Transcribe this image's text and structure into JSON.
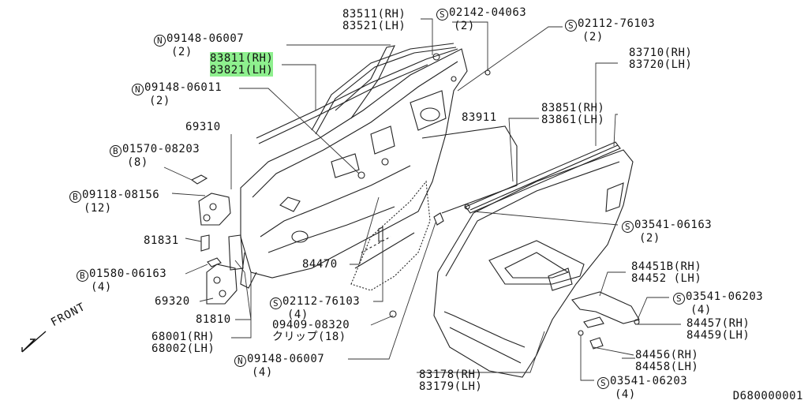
{
  "callouts": {
    "c83511": {
      "line1": "83511(RH)",
      "line2": "83521(LH)"
    },
    "c02142": {
      "prefix": "S",
      "line1": "02142-04063",
      "line2": "(2)"
    },
    "c02112a": {
      "prefix": "S",
      "line1": "02112-76103",
      "line2": "(2)"
    },
    "c09148a": {
      "prefix": "N",
      "line1": "09148-06007",
      "line2": "(2)"
    },
    "c83811": {
      "line1": "83811(RH)",
      "line2": "83821(LH)"
    },
    "c09148b": {
      "prefix": "N",
      "line1": "09148-06011",
      "line2": "(2)"
    },
    "c83710": {
      "line1": "83710(RH)",
      "line2": "83720(LH)"
    },
    "c83851": {
      "line1": "83851(RH)",
      "line2": "83861(LH)"
    },
    "c83911": {
      "line1": "83911"
    },
    "c69310": {
      "line1": "69310"
    },
    "c01570": {
      "prefix": "B",
      "line1": "01570-08203",
      "line2": "(8)"
    },
    "c09118": {
      "prefix": "B",
      "line1": "09118-08156",
      "line2": "(12)"
    },
    "c81831": {
      "line1": "81831"
    },
    "c03541a": {
      "prefix": "S",
      "line1": "03541-06163",
      "line2": "(2)"
    },
    "c84470": {
      "line1": "84470"
    },
    "c84451": {
      "line1": "84451B(RH)",
      "line2": "84452 (LH)"
    },
    "c01580": {
      "prefix": "B",
      "line1": "01580-06163",
      "line2": "(4)"
    },
    "c03541b": {
      "prefix": "S",
      "line1": "03541-06203",
      "line2": "(4)"
    },
    "c69320": {
      "line1": "69320"
    },
    "c02112b": {
      "prefix": "S",
      "line1": "02112-76103",
      "line2": "(4)"
    },
    "c84457": {
      "line1": "84457(RH)",
      "line2": "84459(LH)"
    },
    "c81810": {
      "line1": "81810"
    },
    "c09409": {
      "line1": "09409-08320",
      "line2": "クリップ(18)"
    },
    "c68001": {
      "line1": "68001(RH)",
      "line2": "68002(LH)"
    },
    "c84456": {
      "line1": "84456(RH)",
      "line2": "84458(LH)"
    },
    "c09148c": {
      "prefix": "N",
      "line1": "09148-06007",
      "line2": "(4)"
    },
    "c83178": {
      "line1": "83178(RH)",
      "line2": "83179(LH)"
    },
    "c03541c": {
      "prefix": "S",
      "line1": "03541-06203",
      "line2": "(4)"
    }
  },
  "front_label": "FRONT",
  "drawing_id": "D680000001",
  "highlight_color": "#8ef08e"
}
